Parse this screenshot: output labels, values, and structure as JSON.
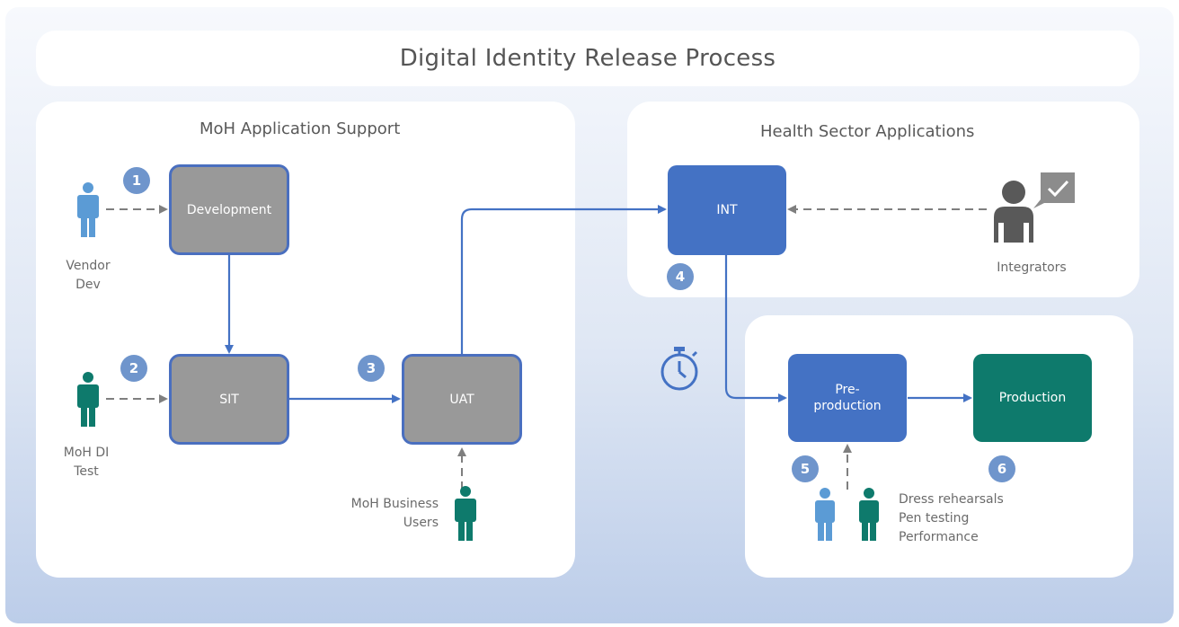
{
  "title": "Digital Identity Release Process",
  "panels": {
    "moh": {
      "title": "MoH Application Support"
    },
    "health": {
      "title": "Health Sector Applications"
    }
  },
  "stages": {
    "development": "Development",
    "sit": "SIT",
    "uat": "UAT",
    "int": "INT",
    "preproduction": "Pre-\nproduction",
    "production": "Production"
  },
  "badges": [
    "1",
    "2",
    "3",
    "4",
    "5",
    "6"
  ],
  "actors": {
    "vendor_dev": "Vendor\nDev",
    "moh_di_test": "MoH DI\nTest",
    "moh_business_users": "MoH Business\nUsers",
    "integrators": "Integrators"
  },
  "preprod_activities": [
    "Dress rehearsals",
    "Pen testing",
    "Performance"
  ],
  "colors": {
    "gray_box": "#999999",
    "blue_box": "#4472c4",
    "teal_box": "#0e7a6c",
    "badge": "#6f95cc",
    "person_blue": "#5b9bd5",
    "person_teal": "#0e7a6c",
    "arrow": "#4472c4"
  },
  "icons": [
    "person-icon",
    "integrator-icon",
    "stopwatch-icon"
  ]
}
